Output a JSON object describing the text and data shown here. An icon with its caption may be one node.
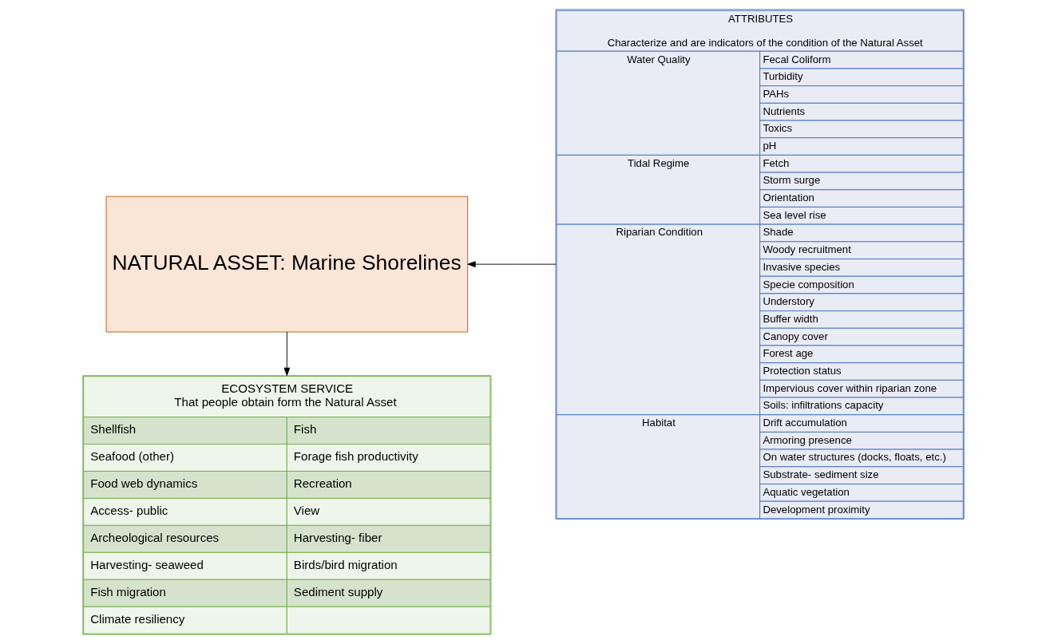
{
  "diagram": {
    "nodes": [
      {
        "text": [
          "NATURAL ASSET: Marine Shorelines"
        ]
      },
      {
        "text": [
          "ATTRIBUTES",
          "Characterize and are indicators of the condition of the Natural Asset",
          "Water Quality",
          "Fecal Coliform",
          "Turbidity",
          "PAHs",
          "Nutrients",
          "Toxics",
          "pH",
          "Tidal Regime",
          "Fetch",
          "Storm surge",
          "Orientation",
          "Sea level rise",
          "Riparian Condition",
          "Shade",
          "Woody recruitment",
          "Invasive species",
          "Specie composition",
          "Understory",
          "Buffer width",
          "Canopy cover",
          "Forest age",
          "Protection status",
          "Impervious cover within riparian zone",
          "Soils: infiltrations capacity",
          "Habitat",
          "Drift accumulation",
          "Armoring presence",
          "On water structures (docks, floats, etc.)",
          "Substrate- sediment size",
          "Aquatic vegetation",
          "Development proximity"
        ]
      },
      {
        "text": [
          "ECOSYSTEM SERVICE",
          "That people obtain form the Natural Asset",
          "Shellfish",
          "Fish",
          "Seafood (other)",
          "Forage fish productivity",
          "Food web dynamics",
          "Recreation",
          "Access- public",
          "View",
          "Archeological resources",
          "Harvesting- fiber",
          "Harvesting- seaweed",
          "Birds/bird migration",
          "Fish migration",
          "Sediment supply",
          "Climate resiliency"
        ]
      }
    ],
    "edges": [
      {
        "from": 1,
        "to": 0,
        "arrow": "to"
      },
      {
        "from": 0,
        "to": 2,
        "arrow": "to"
      }
    ]
  }
}
